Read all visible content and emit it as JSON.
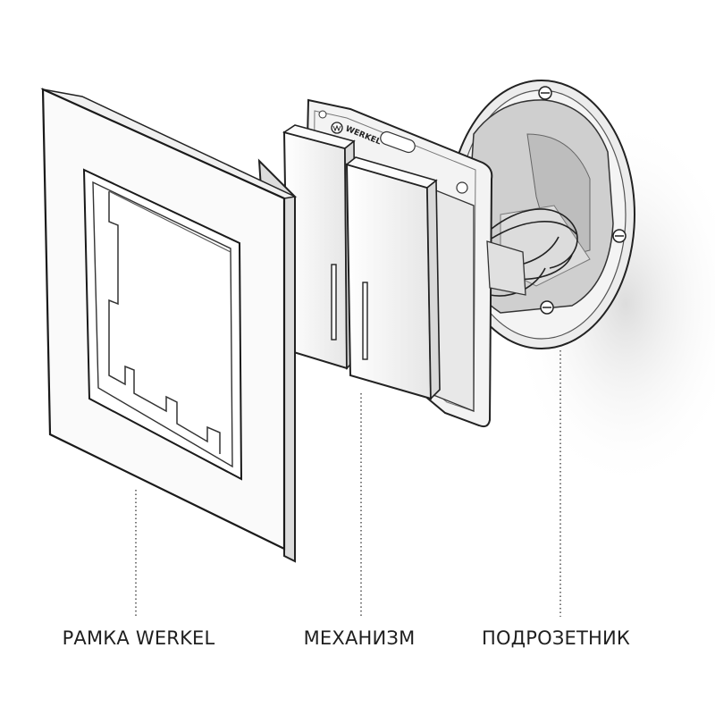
{
  "mechanism": {
    "brand": "WERKEL"
  },
  "captions": {
    "frame": "РАМКА WERKEL",
    "mechanism": "МЕХАНИЗМ",
    "box": "ПОДРОЗЕТНИК"
  }
}
